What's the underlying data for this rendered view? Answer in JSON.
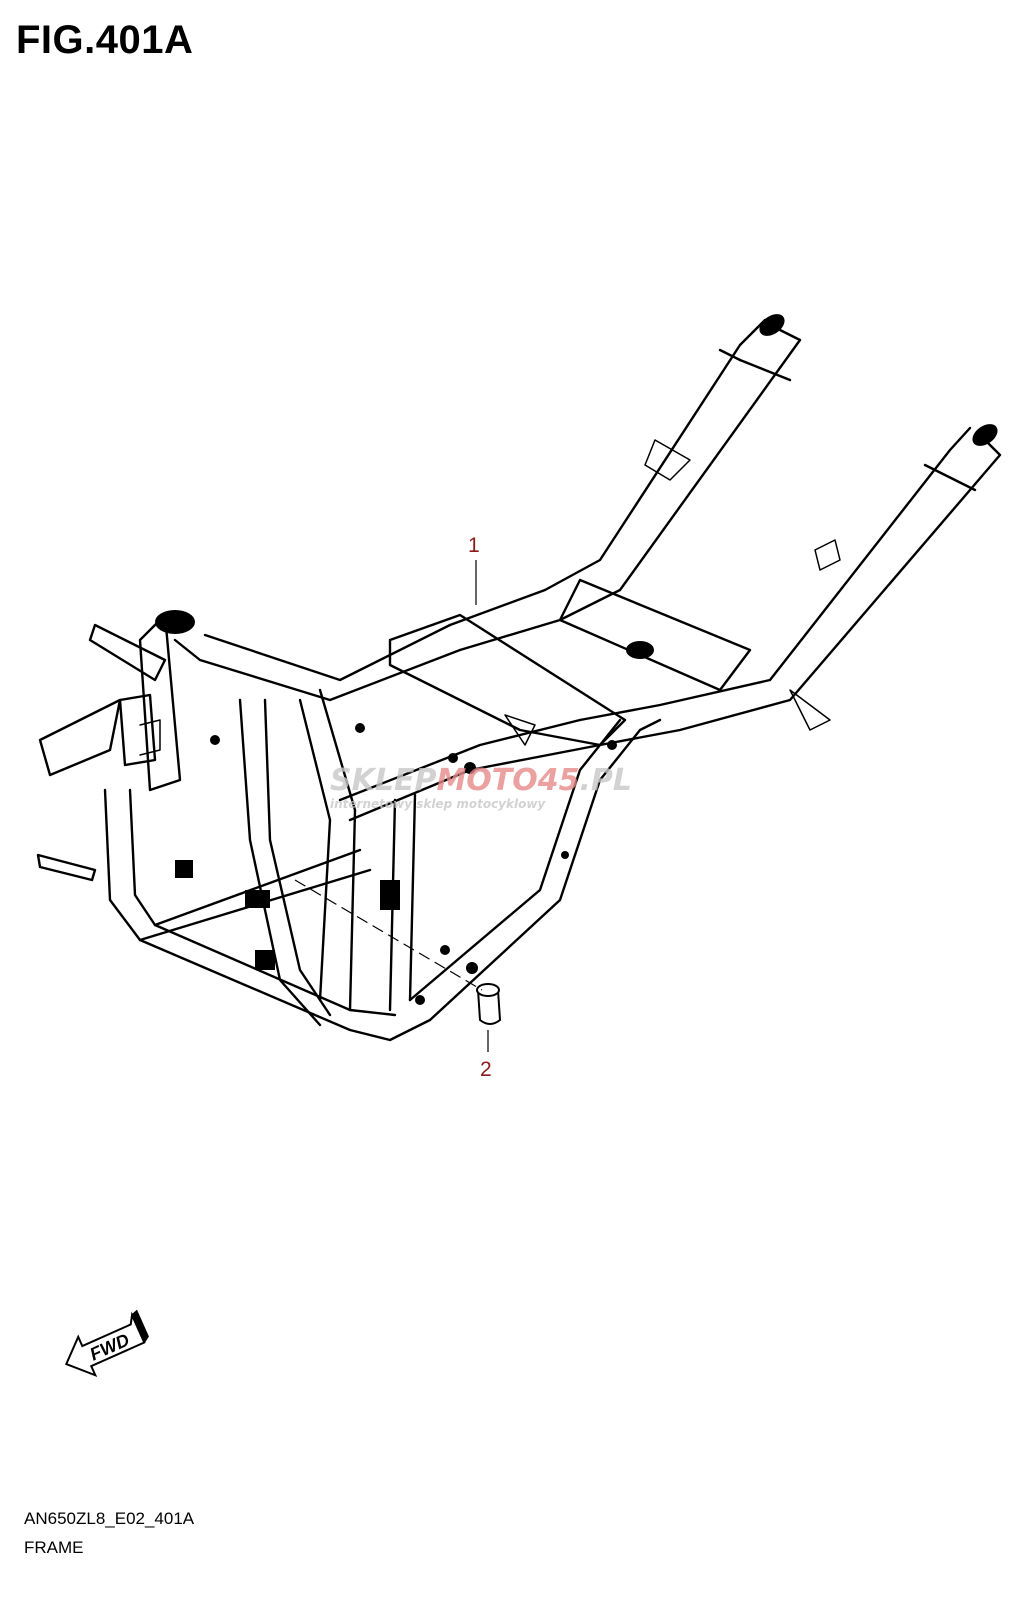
{
  "figure": {
    "title": "FIG.401A"
  },
  "callouts": [
    {
      "number": "1"
    },
    {
      "number": "2"
    }
  ],
  "watermark": {
    "brand_a": "SKLEP",
    "brand_b": "MOTO",
    "brand_c": "45",
    "brand_d": ".PL",
    "tagline": "internetowy sklep motocyklowy"
  },
  "fwd_arrow": {
    "label": "FWD"
  },
  "footer": {
    "code": "AN650ZL8_E02_401A",
    "name": "FRAME"
  },
  "colors": {
    "callout": "#8b1a1a",
    "watermark_gray": "#c8c8c8",
    "watermark_red": "#e88a8a",
    "line": "#000000"
  }
}
